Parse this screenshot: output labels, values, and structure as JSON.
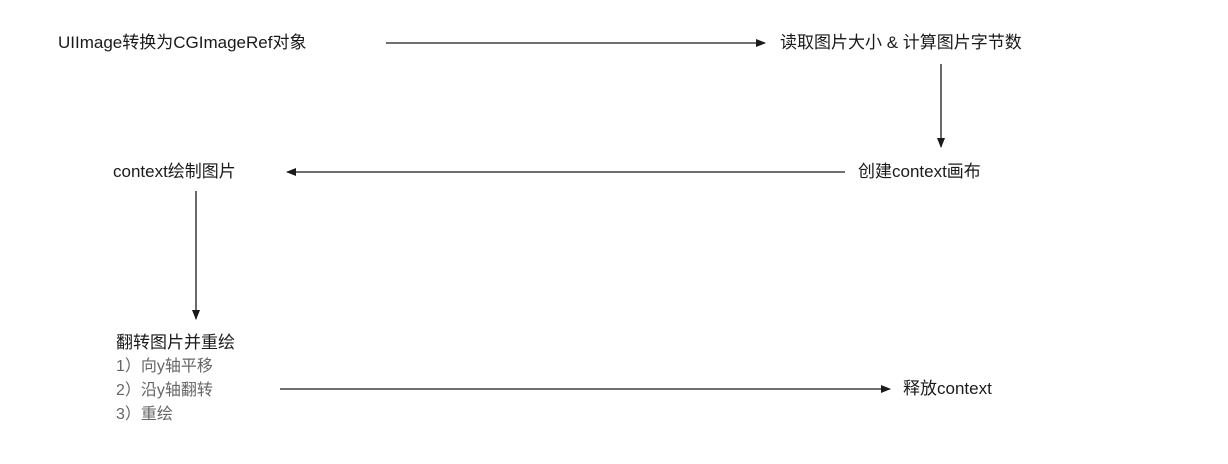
{
  "diagram": {
    "nodes": [
      {
        "id": "n1",
        "label": "UIImage转换为CGImageRef对象"
      },
      {
        "id": "n2",
        "label": "读取图片大小 & 计算图片字节数"
      },
      {
        "id": "n3",
        "label": "创建context画布"
      },
      {
        "id": "n4",
        "label": "context绘制图片"
      },
      {
        "id": "n5",
        "label": "翻转图片并重绘",
        "steps": [
          "1）向y轴平移",
          "2）沿y轴翻转",
          "3）重绘"
        ]
      },
      {
        "id": "n6",
        "label": "释放context"
      }
    ],
    "edges": [
      {
        "from": "n1",
        "to": "n2"
      },
      {
        "from": "n2",
        "to": "n3"
      },
      {
        "from": "n3",
        "to": "n4"
      },
      {
        "from": "n4",
        "to": "n5"
      },
      {
        "from": "n5",
        "to": "n6"
      }
    ],
    "colors": {
      "line": "#1a1a1a",
      "text": "#1a1a1a",
      "substep": "#666666"
    }
  }
}
